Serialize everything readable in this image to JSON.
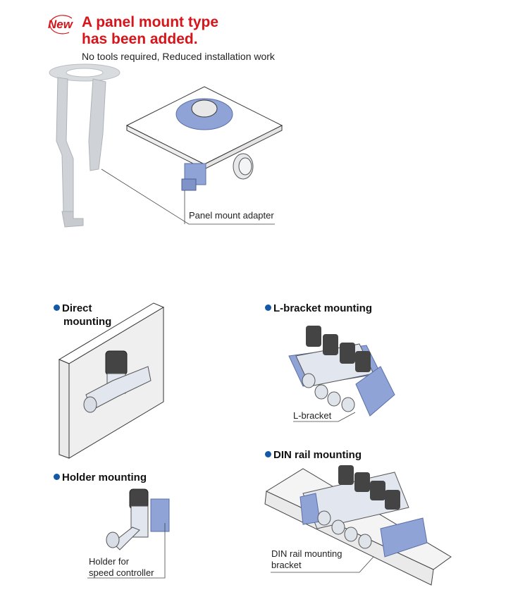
{
  "header": {
    "badge": "New",
    "headline_line1": "A panel mount type",
    "headline_line2": "has been added.",
    "subtitle": "No tools required, Reduced installation work"
  },
  "panel_mount": {
    "callout": "Panel mount adapter"
  },
  "sections": {
    "direct": {
      "title_line1": "Direct",
      "title_line2": "mounting"
    },
    "holder": {
      "title": "Holder mounting",
      "callout_line1": "Holder for",
      "callout_line2": "speed controller"
    },
    "lbracket": {
      "title": "L-bracket mounting",
      "callout": "L-bracket"
    },
    "din": {
      "title": "DIN rail mounting",
      "callout_line1": "DIN rail mounting",
      "callout_line2": "bracket"
    }
  },
  "colors": {
    "accent_red": "#d7141a",
    "bullet_blue": "#1359a8",
    "part_blue": "#8fa3d6",
    "part_gray": "#d4d8dc"
  }
}
